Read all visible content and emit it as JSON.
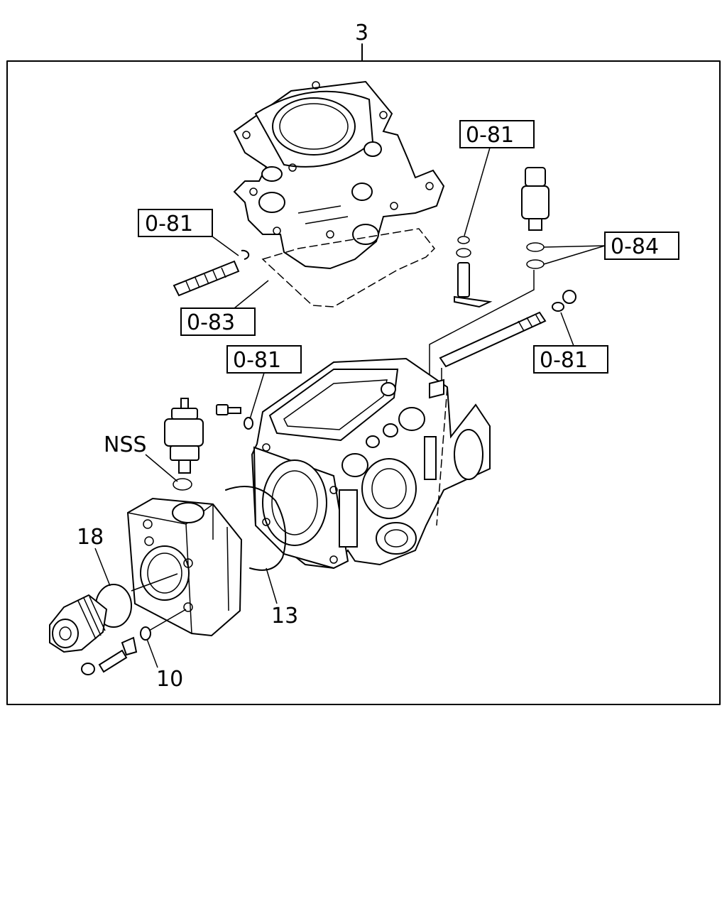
{
  "diagram": {
    "assembly_number": "3",
    "callouts": {
      "ref_081_top": "0-81",
      "ref_081_left": "0-81",
      "ref_084": "0-84",
      "ref_083": "0-83",
      "ref_081_mid": "0-81",
      "ref_081_right": "0-81",
      "nss": "NSS",
      "part_18": "18",
      "part_13": "13",
      "part_10": "10"
    }
  }
}
